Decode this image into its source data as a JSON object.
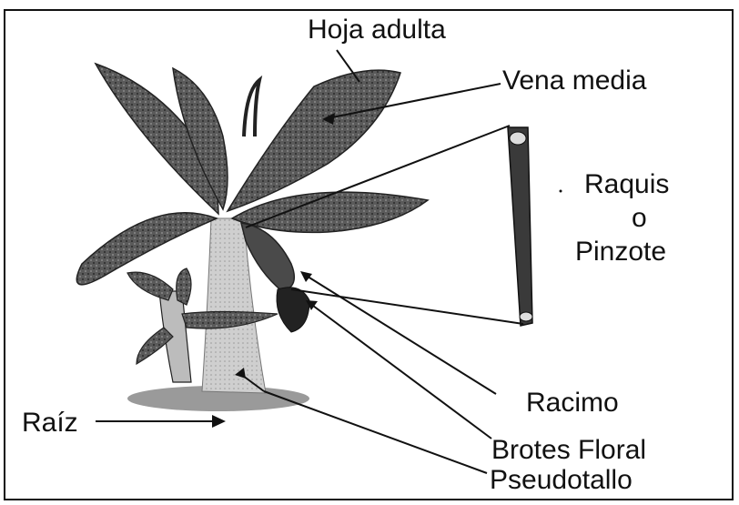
{
  "diagram": {
    "labels": {
      "hoja_adulta": "Hoja adulta",
      "vena_media": "Vena media",
      "raquis_line1": "Raquis",
      "raquis_line2": "o",
      "raquis_line3": "Pinzote",
      "racimo": "Racimo",
      "raiz": "Raíz",
      "brotes_floral": "Brotes Floral",
      "pseudotallo": "Pseudotallo"
    },
    "colors": {
      "line": "#111111",
      "leaf": "#4d4d4d",
      "leaf_dark": "#2b2b2b",
      "stem": "#bdbdbd",
      "ground": "#8c8c8c"
    }
  }
}
